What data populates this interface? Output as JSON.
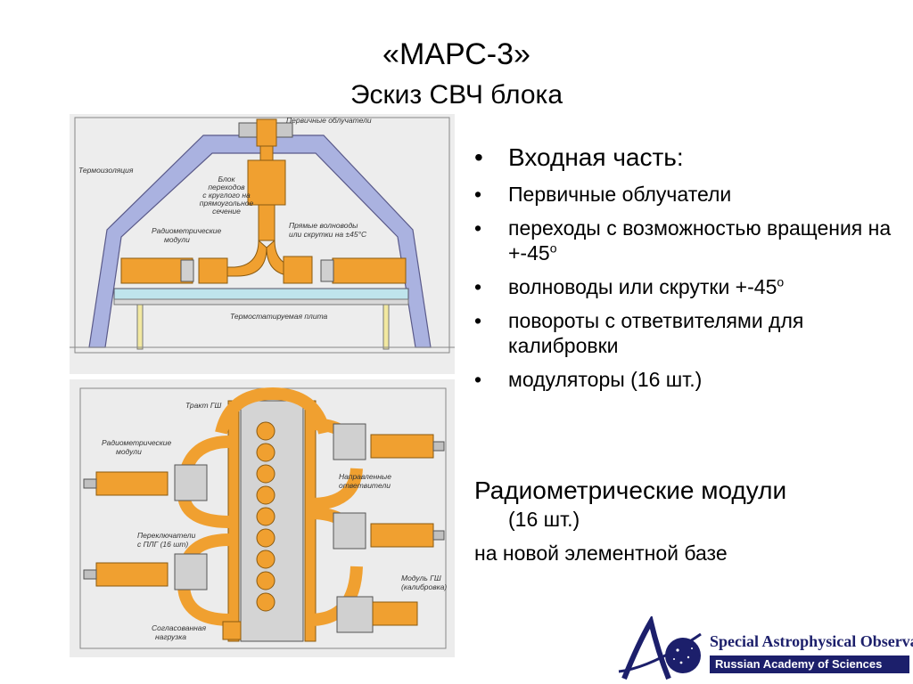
{
  "slide": {
    "title": "«МАРС-3»",
    "subtitle": "Эскиз СВЧ блока",
    "bullets": [
      {
        "text": "Входная часть:"
      },
      {
        "text": "Первичные облучатели"
      },
      {
        "text": "переходы с возможностью вращения на +-45",
        "sup": "o"
      },
      {
        "text": "волноводы или скрутки +-45",
        "sup": "o"
      },
      {
        "text": "повороты с ответвителями для калибровки"
      },
      {
        "text": "модуляторы (16 шт.)"
      }
    ],
    "radiometric": {
      "line1": "Радиометрические модули",
      "line2": "(16 шт.)",
      "line3": "на новой элементной базе"
    }
  },
  "figure1": {
    "labels": {
      "primary_feeds": "Первичные облучатели",
      "thermal_insulation": "Термоизоляция",
      "transition_block_1": "Блок",
      "transition_block_2": "переходов",
      "transition_block_3": "с круглого на",
      "transition_block_4": "прямоугольное",
      "transition_block_5": "сечение",
      "straight_waveguides_1": "Прямые волноводы",
      "straight_waveguides_2": "или скрутки на ±45°С",
      "radiometric_modules_1": "Радиометрические",
      "radiometric_modules_2": "модули",
      "thermostat_plate": "Термостатируемая плита"
    }
  },
  "figure2": {
    "labels": {
      "noise_path": "Тракт ГШ",
      "radiometric_modules_1": "Радиометрические",
      "radiometric_modules_2": "модули",
      "directional_couplers_1": "Направленные",
      "directional_couplers_2": "ответвители",
      "switches_1": "Переключатели",
      "switches_2": "с ПЛГ (16 шт)",
      "noise_module_1": "Модуль ГШ",
      "noise_module_2": "(калибровка)",
      "matched_load_1": "Согласованная",
      "matched_load_2": "нагрузка"
    }
  },
  "logo": {
    "line1": "Special Astrophysical Observatory",
    "line2": "Russian Academy of Sciences"
  },
  "colors": {
    "orange": "#f0a030",
    "orange_dark": "#b06a10",
    "insulation_blue": "#aab2e0",
    "plate_cyan": "#bfe4ec",
    "logo_navy": "#1c1f6b"
  }
}
